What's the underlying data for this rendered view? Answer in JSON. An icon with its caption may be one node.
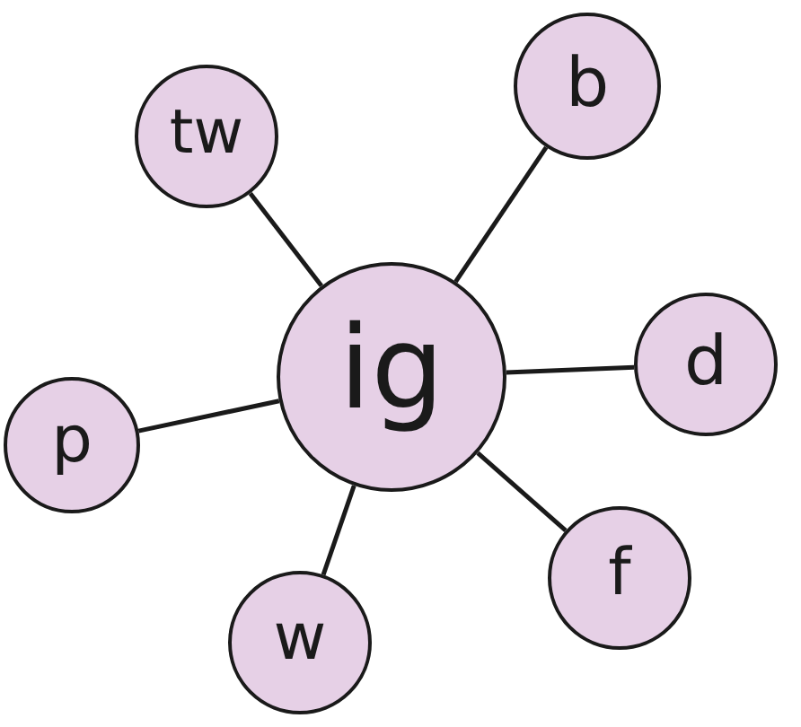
{
  "diagram": {
    "nodes": [
      {
        "text": [
          "ig"
        ]
      },
      {
        "text": [
          "tw"
        ]
      },
      {
        "text": [
          "b"
        ]
      },
      {
        "text": [
          "d"
        ]
      },
      {
        "text": [
          "f"
        ]
      },
      {
        "text": [
          "w"
        ]
      },
      {
        "text": [
          "p"
        ]
      }
    ],
    "edges": [
      {
        "from": 0,
        "to": 1,
        "arrow": "none"
      },
      {
        "from": 0,
        "to": 2,
        "arrow": "none"
      },
      {
        "from": 0,
        "to": 3,
        "arrow": "none"
      },
      {
        "from": 0,
        "to": 4,
        "arrow": "none"
      },
      {
        "from": 0,
        "to": 5,
        "arrow": "none"
      },
      {
        "from": 0,
        "to": 6,
        "arrow": "none"
      }
    ]
  }
}
